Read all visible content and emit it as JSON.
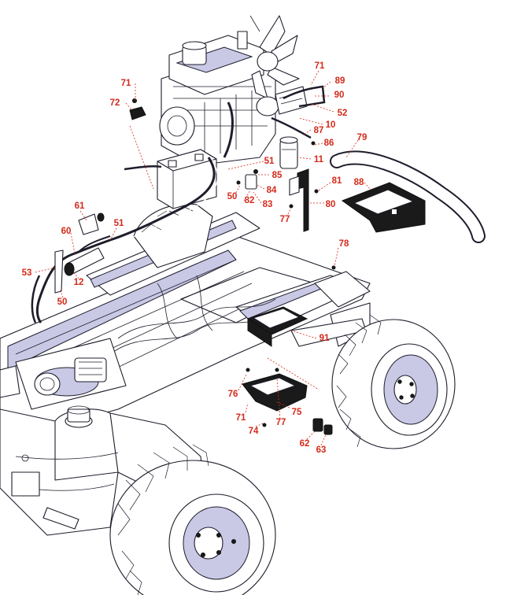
{
  "diagram": {
    "callouts": [
      {
        "id": "71",
        "label": "71"
      },
      {
        "id": "72",
        "label": "72"
      },
      {
        "id": "71b",
        "label": "71"
      },
      {
        "id": "89",
        "label": "89"
      },
      {
        "id": "90",
        "label": "90"
      },
      {
        "id": "52",
        "label": "52"
      },
      {
        "id": "10",
        "label": "10"
      },
      {
        "id": "87",
        "label": "87"
      },
      {
        "id": "86",
        "label": "86"
      },
      {
        "id": "79",
        "label": "79"
      },
      {
        "id": "11",
        "label": "11"
      },
      {
        "id": "51",
        "label": "51"
      },
      {
        "id": "85",
        "label": "85"
      },
      {
        "id": "88",
        "label": "88"
      },
      {
        "id": "81",
        "label": "81"
      },
      {
        "id": "84",
        "label": "84"
      },
      {
        "id": "50",
        "label": "50"
      },
      {
        "id": "82",
        "label": "82"
      },
      {
        "id": "83",
        "label": "83"
      },
      {
        "id": "80",
        "label": "80"
      },
      {
        "id": "61",
        "label": "61"
      },
      {
        "id": "77",
        "label": "77"
      },
      {
        "id": "51b",
        "label": "51"
      },
      {
        "id": "60",
        "label": "60"
      },
      {
        "id": "78",
        "label": "78"
      },
      {
        "id": "53",
        "label": "53"
      },
      {
        "id": "12",
        "label": "12"
      },
      {
        "id": "50b",
        "label": "50"
      },
      {
        "id": "91",
        "label": "91"
      },
      {
        "id": "76",
        "label": "76"
      },
      {
        "id": "71c",
        "label": "71"
      },
      {
        "id": "75",
        "label": "75"
      },
      {
        "id": "77b",
        "label": "77"
      },
      {
        "id": "74",
        "label": "74"
      },
      {
        "id": "62",
        "label": "62"
      },
      {
        "id": "63",
        "label": "63"
      }
    ]
  }
}
